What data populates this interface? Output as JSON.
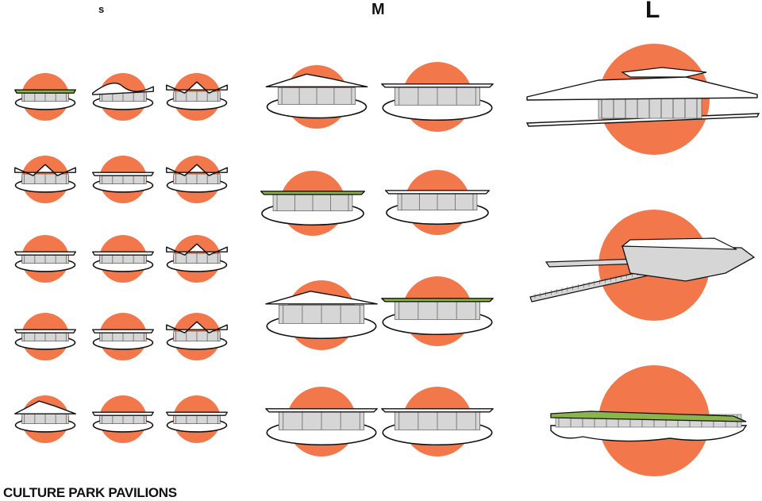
{
  "headers": {
    "small": "s",
    "medium": "M",
    "large": "L"
  },
  "title": "CULTURE PARK PAVILIONS",
  "colors": {
    "circle": "#f2784b",
    "roof_green": "#8bb54a",
    "outline": "#111111",
    "white": "#ffffff",
    "shade": "#d6d6d6"
  }
}
